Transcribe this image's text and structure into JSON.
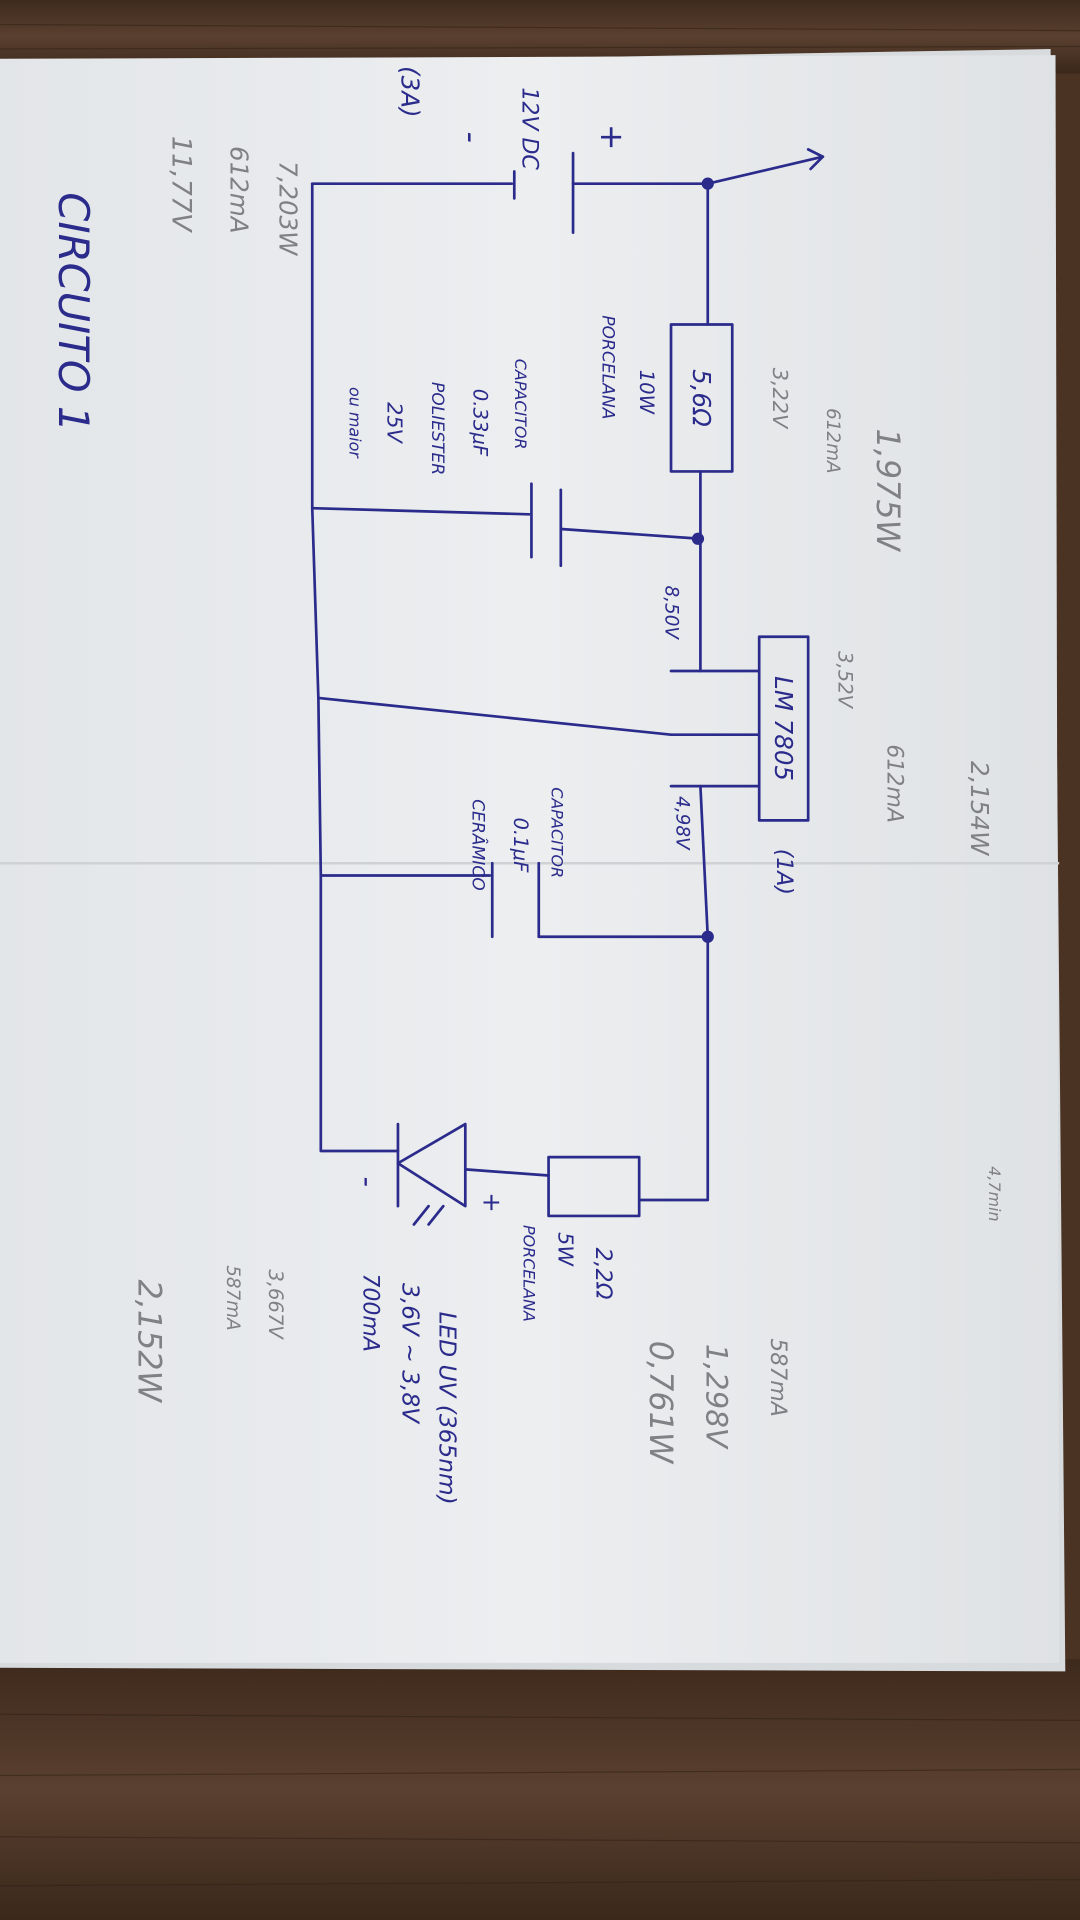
{
  "title": "CIRCUITO 1",
  "colors": {
    "ink": "#2b2b8c",
    "pencil": "#7f8185",
    "paper": "#e7e9eb",
    "wood": "#4a3323"
  },
  "supply": {
    "voltage": "12V DC",
    "current": "(3A)",
    "plus": "+",
    "minus": "-",
    "measured_v": "11,77V",
    "measured_i": "612mA",
    "measured_p": "7,203W"
  },
  "r1": {
    "value": "5,6Ω",
    "power": "10W",
    "type": "PORCELANA",
    "measured_v": "3,22V",
    "measured_i": "612mA",
    "measured_p": "1,975W"
  },
  "c1": {
    "label": "CAPACITOR",
    "value": "0.33μF",
    "type": "POLIESTER",
    "voltage": "25V",
    "note": "ou maior"
  },
  "regulator": {
    "label": "LM 7805",
    "current": "(1A)",
    "vin": "8,50V",
    "vout": "4,98V",
    "measured_v": "3,52V",
    "measured_i": "612mA",
    "measured_p": "2,154W"
  },
  "c2": {
    "label": "CAPACITOR",
    "value": "0.1μF",
    "type": "CERÂMICO"
  },
  "time_note": "4,7min",
  "r2": {
    "value": "2,2Ω",
    "power": "5W",
    "type": "PORCELANA",
    "measured_i": "587mA",
    "measured_v": "1,298V",
    "measured_p": "0,761W"
  },
  "led": {
    "label": "LED UV (365nm)",
    "voltage": "3,6V ~ 3,8V",
    "current": "700mA",
    "plus": "+",
    "minus": "-",
    "measured_v": "3,667V",
    "measured_i": "587mA",
    "measured_p": "2,152W"
  }
}
